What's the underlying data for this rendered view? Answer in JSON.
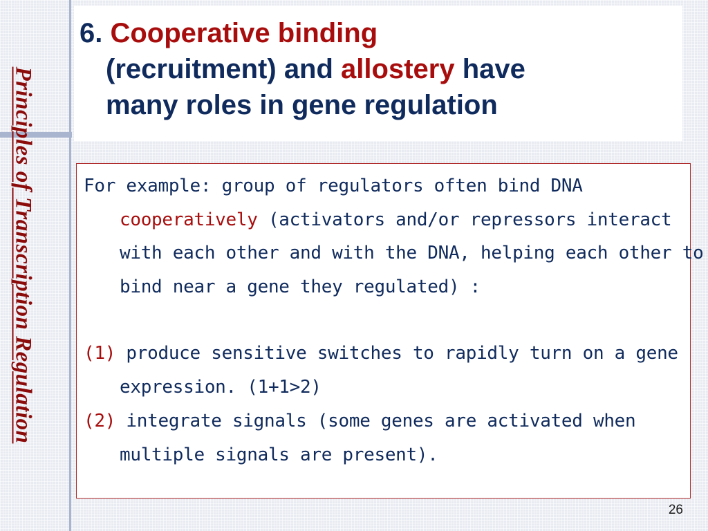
{
  "side_title": "Principles of  Transcription  Regulation",
  "title": {
    "number": "6. ",
    "term1": "Cooperative binding",
    "part2": "(recruitment) and ",
    "term2": "allostery",
    "part3": " have",
    "line3": "many roles in gene regulation"
  },
  "body": {
    "intro_a": "For example: group of regulators often bind DNA ",
    "intro_highlight": "cooperatively",
    "intro_b": " (activators and/or repressors interact with each other and with the DNA, helping each other to bind near a gene they regulated) :",
    "item1_marker": "(1)",
    "item1_text": " produce sensitive switches to rapidly turn on a gene expression. (1+1>2)",
    "item2_marker": "(2)",
    "item2_text": " integrate signals (some genes are activated when multiple signals are present)."
  },
  "page_number": "26",
  "colors": {
    "navy": "#0f2a5c",
    "dark_red": "#a80d0d",
    "side_title": "#8b0a0a",
    "frame_blue": "#a9b5cf"
  }
}
